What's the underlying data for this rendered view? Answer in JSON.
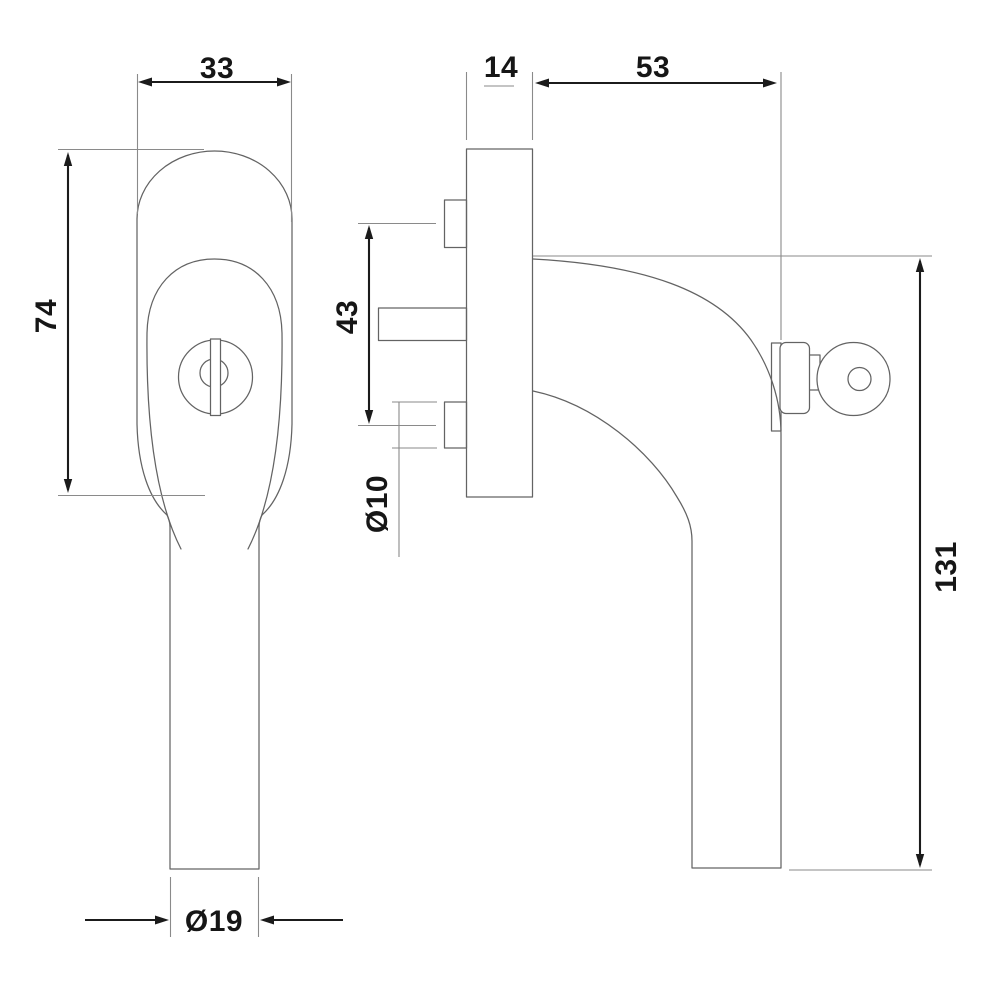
{
  "drawing": {
    "kind": "technical-dimension-drawing",
    "subject": "window-espagnolette-handle",
    "background_color": "#ffffff",
    "outline_color": "#636363",
    "dimension_color": "#1b1b1b",
    "views": {
      "front": {
        "label": "front-view"
      },
      "side": {
        "label": "side-view"
      }
    },
    "dimensions": {
      "head_width": "33",
      "head_length": "74",
      "grip_diameter": "Ø19",
      "backplate_depth": "14",
      "handle_projection": "53",
      "fixing_centres": "43",
      "fixing_diameter": "Ø10",
      "overall_length": "131"
    }
  }
}
